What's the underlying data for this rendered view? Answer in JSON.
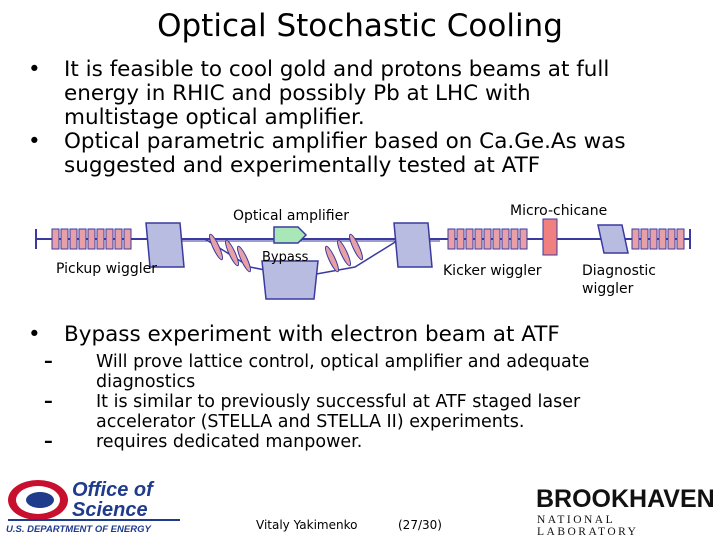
{
  "title": "Optical Stochastic Cooling",
  "bullets_top": [
    {
      "marker": "•",
      "lines": [
        "It is feasible to cool gold and protons beams at full",
        "energy in RHIC and possibly Pb at LHC with",
        "multistage optical amplifier."
      ]
    },
    {
      "marker": "•",
      "lines": [
        "Optical parametric amplifier based on Ca.Ge.As was",
        "suggested and experimentally tested at ATF"
      ]
    }
  ],
  "diagram": {
    "optical_amplifier": "Optical amplifier",
    "micro_chicane": "Micro-chicane",
    "pickup_wiggler": "Pickup wiggler",
    "bypass": "Bypass",
    "kicker_wiggler": "Kicker wiggler",
    "diagnostic_wiggler_1": "Diagnostic",
    "diagnostic_wiggler_2": "wiggler"
  },
  "bullet_bottom": {
    "marker": "•",
    "text": "Bypass experiment with electron beam at ATF"
  },
  "sub_bullets": [
    {
      "marker": "–",
      "lines": [
        "Will prove lattice control, optical amplifier and adequate",
        "diagnostics"
      ]
    },
    {
      "marker": "–",
      "lines": [
        "It is similar to previously successful at ATF staged laser",
        "accelerator (STELLA and STELLA II) experiments."
      ]
    },
    {
      "marker": "–",
      "lines": [
        "requires dedicated manpower."
      ]
    }
  ],
  "footer": {
    "author": "Vitaly Yakimenko",
    "page": "(27/30)"
  },
  "logos": {
    "doe_line1": "Office of",
    "doe_line2": "Science",
    "doe_sub": "U.S. DEPARTMENT OF ENERGY",
    "bnl_line1": "BROOKHAVEN",
    "bnl_line2": "NATIONAL LABORATORY"
  },
  "colors": {
    "beamline": "#3a3aa0",
    "magnet": "#e8a0a8",
    "block": "#b8bce0",
    "amplifier": "#a8e8b8",
    "chicane": "#f08080",
    "doe_blue": "#1f3b8c",
    "doe_red": "#c8102e"
  }
}
